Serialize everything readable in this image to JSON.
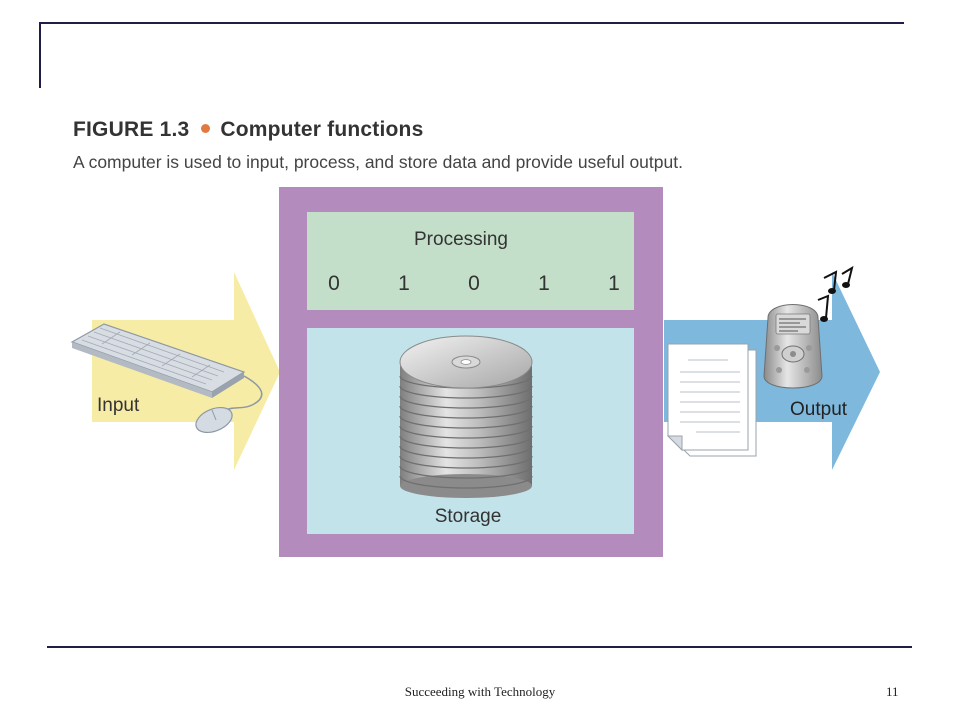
{
  "figure": {
    "label": "FIGURE 1.3",
    "title": "Computer functions",
    "caption": "A computer is used to input, process, and store data and provide useful output."
  },
  "diagram": {
    "input_label": "Input",
    "processing_label": "Processing",
    "bits": [
      "0",
      "1",
      "0",
      "1",
      "1"
    ],
    "storage_label": "Storage",
    "output_label": "Output"
  },
  "footer": {
    "text": "Succeeding with Technology",
    "page_number": "11"
  },
  "colors": {
    "computer_frame": "#b48bbd",
    "processing_bg": "#c3dfc9",
    "storage_bg": "#c3e3ea",
    "input_arrow": "#f6eca6",
    "output_arrow": "#7fb8dd",
    "rule": "#1e1e46"
  },
  "icons": [
    "keyboard-icon",
    "mouse-icon",
    "disk-stack-icon",
    "document-icon",
    "music-player-icon",
    "music-notes-icon"
  ]
}
